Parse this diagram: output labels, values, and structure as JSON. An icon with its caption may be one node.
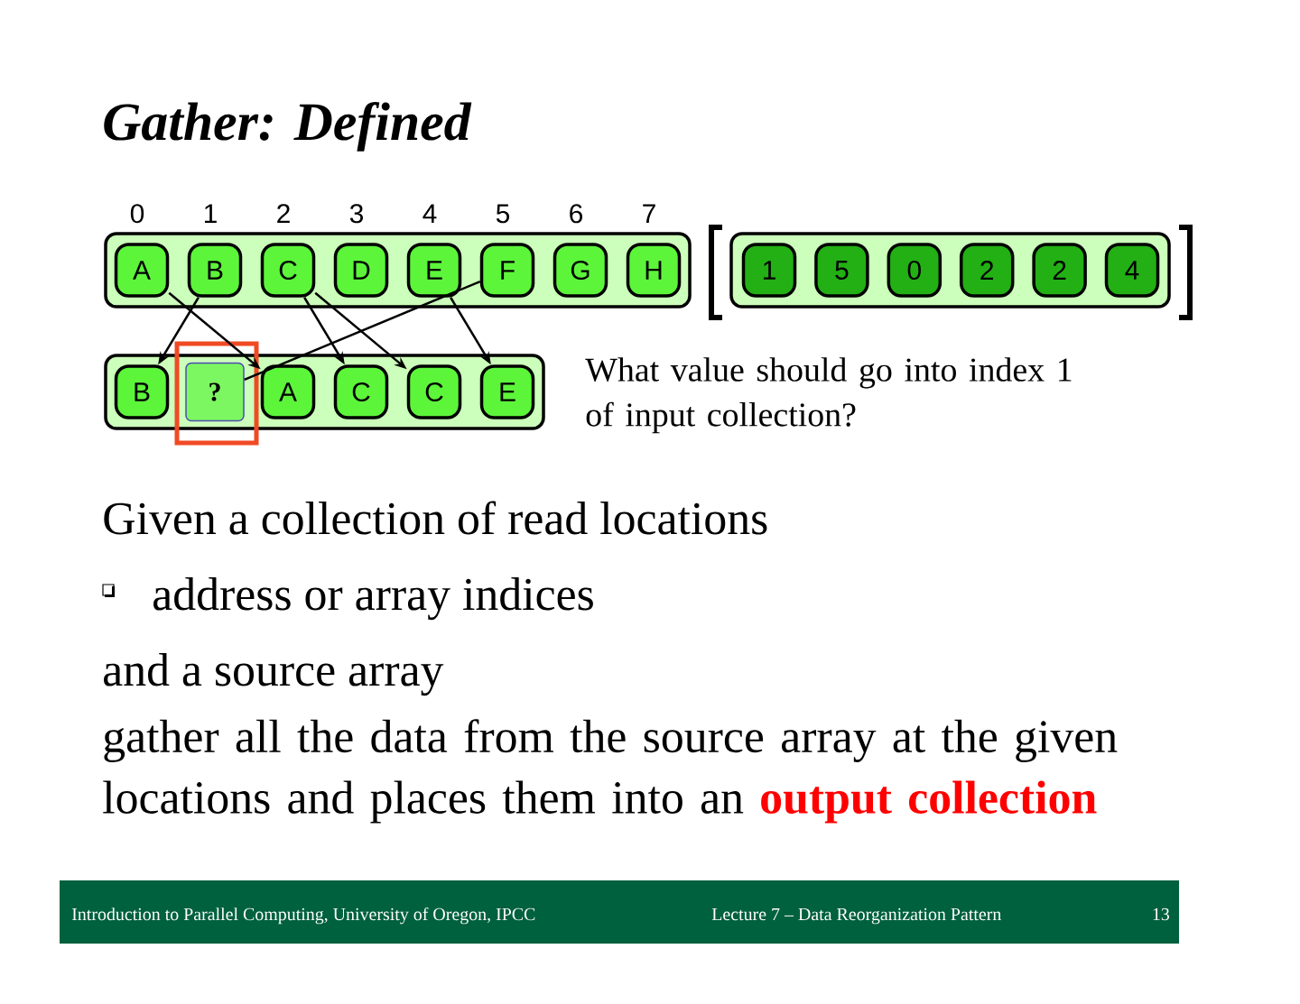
{
  "diagram": {
    "title": "Gather: Defined",
    "nodes": [
      {
        "text": [],
        "shape": "box"
      },
      {
        "text": [
          "A"
        ],
        "in": 0
      },
      {
        "text": [
          "B"
        ],
        "in": 0
      },
      {
        "text": [
          "C"
        ],
        "in": 0
      },
      {
        "text": [
          "D"
        ],
        "in": 0
      },
      {
        "text": [
          "E"
        ],
        "in": 0
      },
      {
        "text": [
          "F"
        ],
        "in": 0
      },
      {
        "text": [
          "G"
        ],
        "in": 0
      },
      {
        "text": [
          "H"
        ],
        "in": 0
      },
      {
        "text": [],
        "shape": "box"
      },
      {
        "text": [
          "1"
        ],
        "in": 9
      },
      {
        "text": [
          "5"
        ],
        "in": 9
      },
      {
        "text": [
          "0"
        ],
        "in": 9
      },
      {
        "text": [
          "2"
        ],
        "in": 9
      },
      {
        "text": [
          "2"
        ],
        "in": 9
      },
      {
        "text": [
          "4"
        ],
        "in": 9
      },
      {
        "text": [],
        "shape": "box"
      },
      {
        "text": [
          "B"
        ],
        "in": 16
      },
      {
        "text": [
          "?"
        ],
        "in": 16
      },
      {
        "text": [
          "A"
        ],
        "in": 16
      },
      {
        "text": [
          "C"
        ],
        "in": 16
      },
      {
        "text": [
          "C"
        ],
        "in": 16
      },
      {
        "text": [
          "E"
        ],
        "in": 16
      }
    ],
    "edges": [
      {
        "from": 1,
        "to": 19,
        "arrow": "to"
      },
      {
        "from": 2,
        "to": 17,
        "arrow": "to"
      },
      {
        "from": 3,
        "to": 20,
        "arrow": "to"
      },
      {
        "from": 3,
        "to": 21,
        "arrow": "to"
      },
      {
        "from": 5,
        "to": 22,
        "arrow": "to"
      },
      {
        "from": 6,
        "to": 18,
        "arrow": "none"
      }
    ],
    "labels": [
      "0",
      "1",
      "2",
      "3",
      "4",
      "5",
      "6",
      "7",
      "What value should go into index 1 of input collection?",
      "Given a collection of read locations",
      "address or array indices",
      "and a source array",
      "gather all the data from the source array at the given locations and places them into an **output collection**",
      "Introduction to Parallel Computing, University of Oregon, IPCC",
      "Lecture 7 – Data Reorganization Pattern",
      "13"
    ]
  }
}
